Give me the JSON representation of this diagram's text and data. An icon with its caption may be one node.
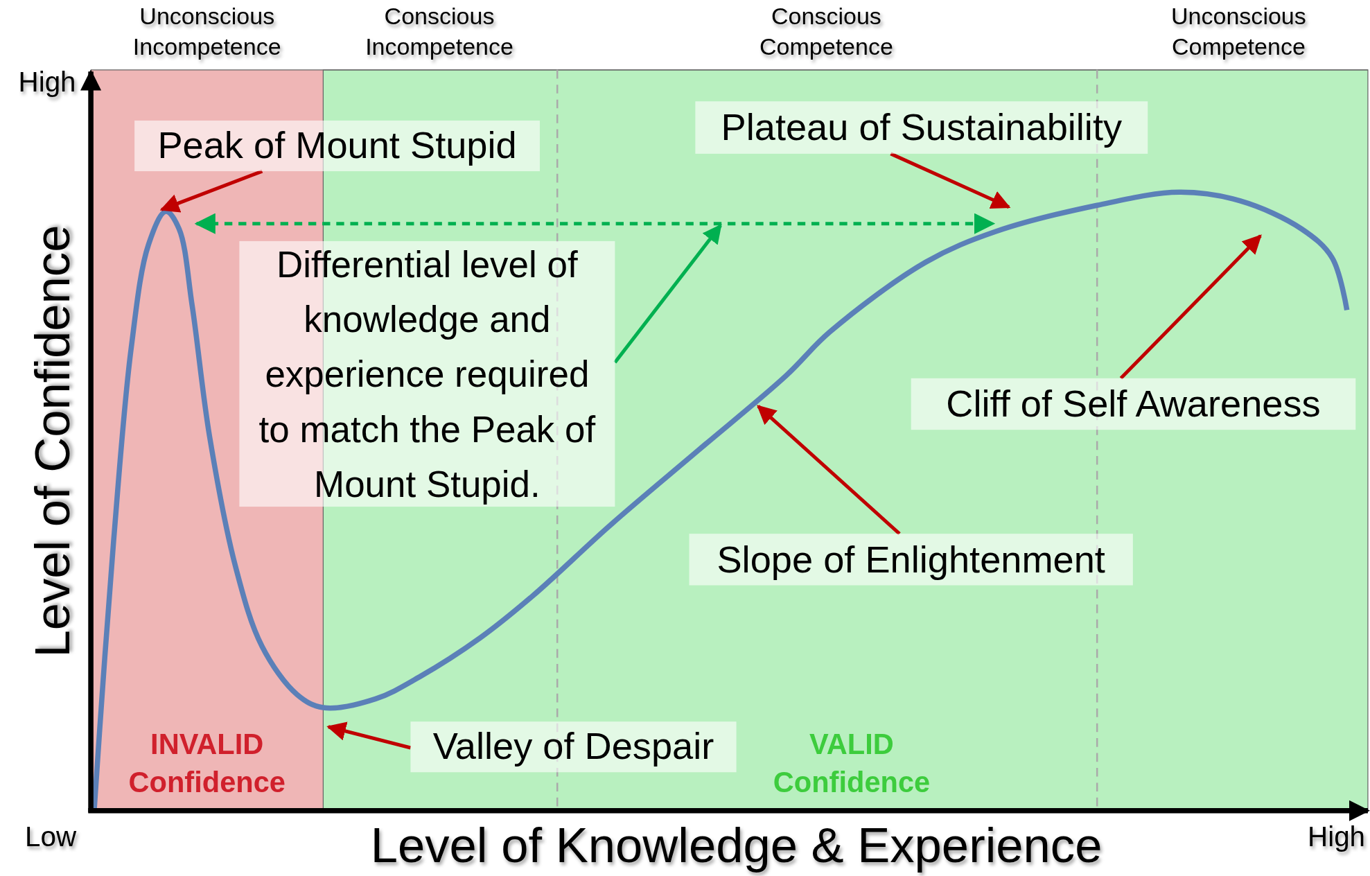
{
  "diagram": {
    "nodes": [
      {
        "text": [
          "Peak of Mount Stupid"
        ]
      },
      {
        "text": [
          "Differential level of knowledge and experience required to match the Peak of Mount Stupid."
        ]
      },
      {
        "text": [
          "Plateau of Sustainability"
        ]
      },
      {
        "text": [
          "Cliff of Self Awareness"
        ]
      },
      {
        "text": [
          "Slope of Enlightenment"
        ]
      },
      {
        "text": [
          "Valley of Despair"
        ]
      }
    ],
    "edges": [
      {
        "from": 0,
        "to": null,
        "arrow": "to"
      },
      {
        "from": 1,
        "to": null,
        "arrow": "to",
        "color": "#00b050"
      },
      {
        "from": 2,
        "to": null,
        "arrow": "to"
      },
      {
        "from": 3,
        "to": null,
        "arrow": "to"
      },
      {
        "from": 4,
        "to": null,
        "arrow": "to"
      },
      {
        "from": 5,
        "to": null,
        "arrow": "to"
      }
    ],
    "labels": [
      "Unconscious Incompetence",
      "Conscious Incompetence",
      "Conscious Competence",
      "Unconscious Competence",
      "High",
      "Level of Confidence",
      "INVALID Confidence",
      "VALID Confidence",
      "Low",
      "Level of Knowledge & Experience",
      "High"
    ]
  }
}
